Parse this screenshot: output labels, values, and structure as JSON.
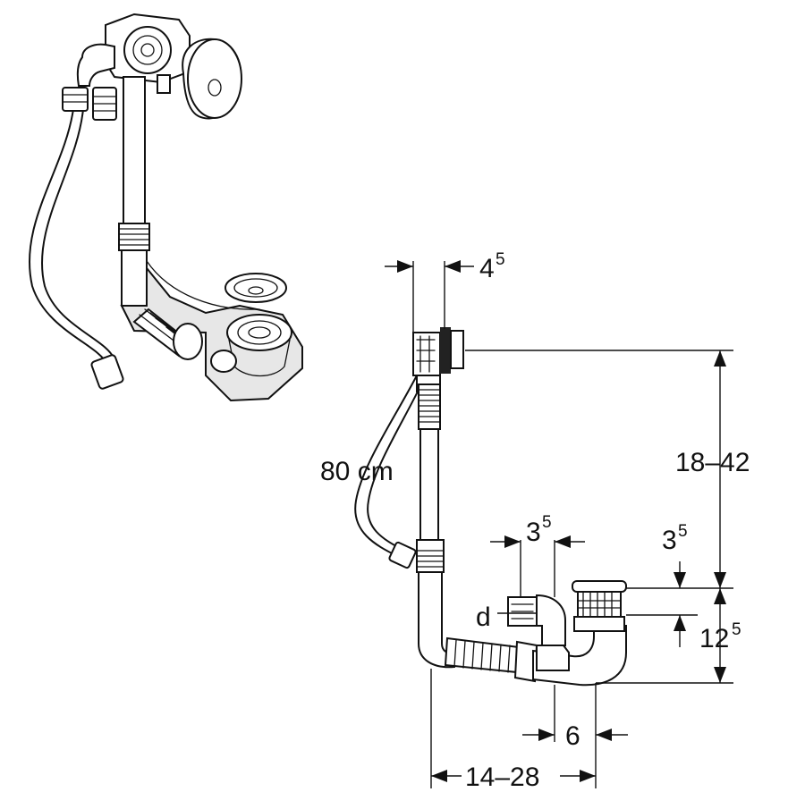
{
  "dimensions": {
    "overflow_offset": {
      "base": "4",
      "sup": "5"
    },
    "hose_length": "80 cm",
    "height_range": "18–42",
    "overflow_spacing": {
      "base": "3",
      "sup": "5"
    },
    "drain_top_offset": {
      "base": "3",
      "sup": "5"
    },
    "pipe_diameter": "d",
    "drain_height": {
      "base": "12",
      "sup": "5"
    },
    "outlet_offset": "6",
    "length_range": "14–28"
  }
}
